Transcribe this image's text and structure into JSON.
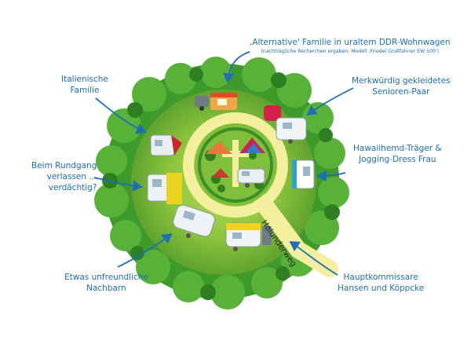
{
  "labels": {
    "alternative_family": "‚Alternative' Familie in uraltem DDR-Wohnwagen",
    "alternative_family_note": "(nachträgliche Recherchen ergaben: Modell ‚Friedel Großfahner EW 500')",
    "italian_family_1": "Italienische",
    "italian_family_2": "Familie",
    "senior_couple_1": "Merkwürdig gekleidetes",
    "senior_couple_2": "Senioren-Paar",
    "suspicious_1": "Beim Rundgang",
    "suspicious_2": "verlassen ...",
    "suspicious_3": "verdächtig?",
    "hawaii_1": "Hawaiihemd-Träger &",
    "hawaii_2": "Jogging-Dress Frau",
    "unfriendly_1": "Etwas unfreundliche",
    "unfriendly_2": "Nachbarn",
    "inspectors_1": "Hauptkommissare",
    "inspectors_2": "Hansen und Köppcke"
  },
  "street_name": "Holunderweg",
  "colors": {
    "label_blue": "#1d6fb8",
    "meadow_green": "#8cc43c",
    "tree_green": "#3f9a2c",
    "path_yellow": "#f3ef9e"
  }
}
